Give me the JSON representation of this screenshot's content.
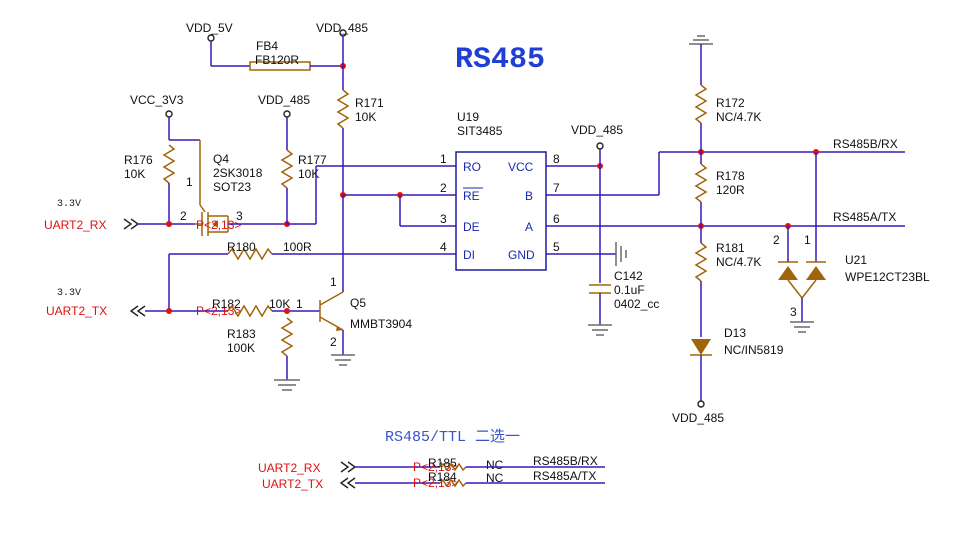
{
  "title": "RS485",
  "subtitle": "RS485/TTL 二选一",
  "ic": {
    "ref": "U19",
    "part": "SIT3485",
    "pins": [
      {
        "num": "1",
        "name": "RO"
      },
      {
        "num": "2",
        "name": "RE"
      },
      {
        "num": "3",
        "name": "DE"
      },
      {
        "num": "4",
        "name": "DI"
      },
      {
        "num": "8",
        "name": "VCC"
      },
      {
        "num": "7",
        "name": "B"
      },
      {
        "num": "6",
        "name": "A"
      },
      {
        "num": "5",
        "name": "GND"
      }
    ]
  },
  "power": {
    "vdd5v": "VDD_5V",
    "vdd485": "VDD_485",
    "vcc3v3": "VCC_3V3",
    "v33": "3.3V"
  },
  "components": {
    "fb4": {
      "ref": "FB4",
      "val": "FB120R"
    },
    "r171": {
      "ref": "R171",
      "val": "10K"
    },
    "r176": {
      "ref": "R176",
      "val": "10K"
    },
    "r177": {
      "ref": "R177",
      "val": "10K"
    },
    "q4": {
      "ref": "Q4",
      "part": "2SK3018",
      "pkg": "SOT23"
    },
    "r180": {
      "ref": "R180",
      "val": "100R"
    },
    "r182": {
      "ref": "R182",
      "val": "10K"
    },
    "r183": {
      "ref": "R183",
      "val": "100K"
    },
    "q5": {
      "ref": "Q5",
      "part": "MMBT3904"
    },
    "c142": {
      "ref": "C142",
      "val": "0.1uF",
      "pkg": "0402_cc"
    },
    "r172": {
      "ref": "R172",
      "val": "NC/4.7K"
    },
    "r178": {
      "ref": "R178",
      "val": "120R"
    },
    "r181": {
      "ref": "R181",
      "val": "NC/4.7K"
    },
    "d13": {
      "ref": "D13",
      "val": "NC/IN5819"
    },
    "u21": {
      "ref": "U21",
      "part": "WPE12CT23BL"
    },
    "r185": {
      "ref": "R185",
      "val": "NC"
    },
    "r184": {
      "ref": "R184",
      "val": "NC"
    }
  },
  "nets": {
    "uart_rx": "UART2_RX",
    "uart_tx": "UART2_TX",
    "b_rx": "RS485B/RX",
    "a_tx": "RS485A/TX",
    "pref": "P<2,13>"
  },
  "pin_numbers": {
    "q4_g": "1",
    "q4_s": "2",
    "q4_d": "3",
    "q5_c": "1",
    "q5_e": "2",
    "r182_p": "1",
    "u21_2": "2",
    "u21_1": "1",
    "u21_3": "3"
  },
  "colors": {
    "wire": "#3a18b8",
    "component": "#a0650a",
    "net_red": "#e01010",
    "title_blue": "#1f3fd6",
    "ground": "#6a6a6a"
  }
}
